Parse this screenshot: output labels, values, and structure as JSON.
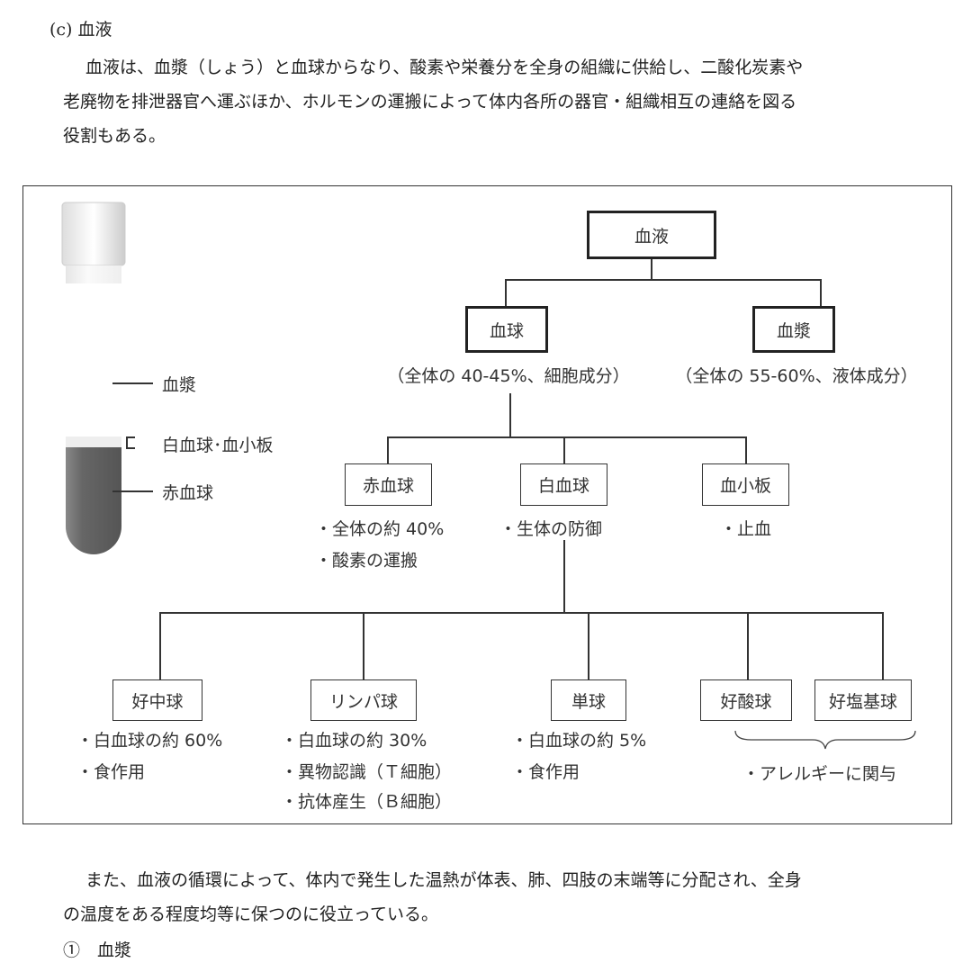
{
  "heading": "(c) 血液",
  "intro": [
    "血液は、血漿（しょう）と血球からなり、酸素や栄養分を全身の組織に供給し、二酸化炭素や",
    "老廃物を排泄器官へ運ぶほか、ホルモンの運搬によって体内各所の器官・組織相互の連絡を図る",
    "役割もある。"
  ],
  "tube_labels": {
    "plasma": "血漿",
    "wbc_platelets": "白血球･血小板",
    "rbc": "赤血球"
  },
  "tree": {
    "root": "血液",
    "cells": "血球",
    "cells_note": "（全体の 40-45%、細胞成分）",
    "plasma": "血漿",
    "plasma_note": "（全体の 55-60%、液体成分）",
    "rbc": {
      "label": "赤血球",
      "notes": [
        "・全体の約 40%",
        "・酸素の運搬"
      ]
    },
    "wbc": {
      "label": "白血球",
      "notes": [
        "・生体の防御"
      ]
    },
    "platelet": {
      "label": "血小板",
      "notes": [
        "・止血"
      ]
    },
    "neutrophil": {
      "label": "好中球",
      "notes": [
        "・白血球の約 60%",
        "・食作用"
      ]
    },
    "lymphocyte": {
      "label": "リンパ球",
      "notes": [
        "・白血球の約 30%",
        "・異物認識（Ｔ細胞）",
        "・抗体産生（Ｂ細胞）"
      ]
    },
    "monocyte": {
      "label": "単球",
      "notes": [
        "・白血球の約 5%",
        "・食作用"
      ]
    },
    "eosinophil": {
      "label": "好酸球"
    },
    "basophil": {
      "label": "好塩基球"
    },
    "allergy": "・アレルギーに関与"
  },
  "outro": [
    "また、血液の循環によって、体内で発生した温熱が体表、肺、四肢の末端等に分配され、全身",
    "の温度をある程度均等に保つのに役立っている。"
  ],
  "next_heading": "①　血漿"
}
